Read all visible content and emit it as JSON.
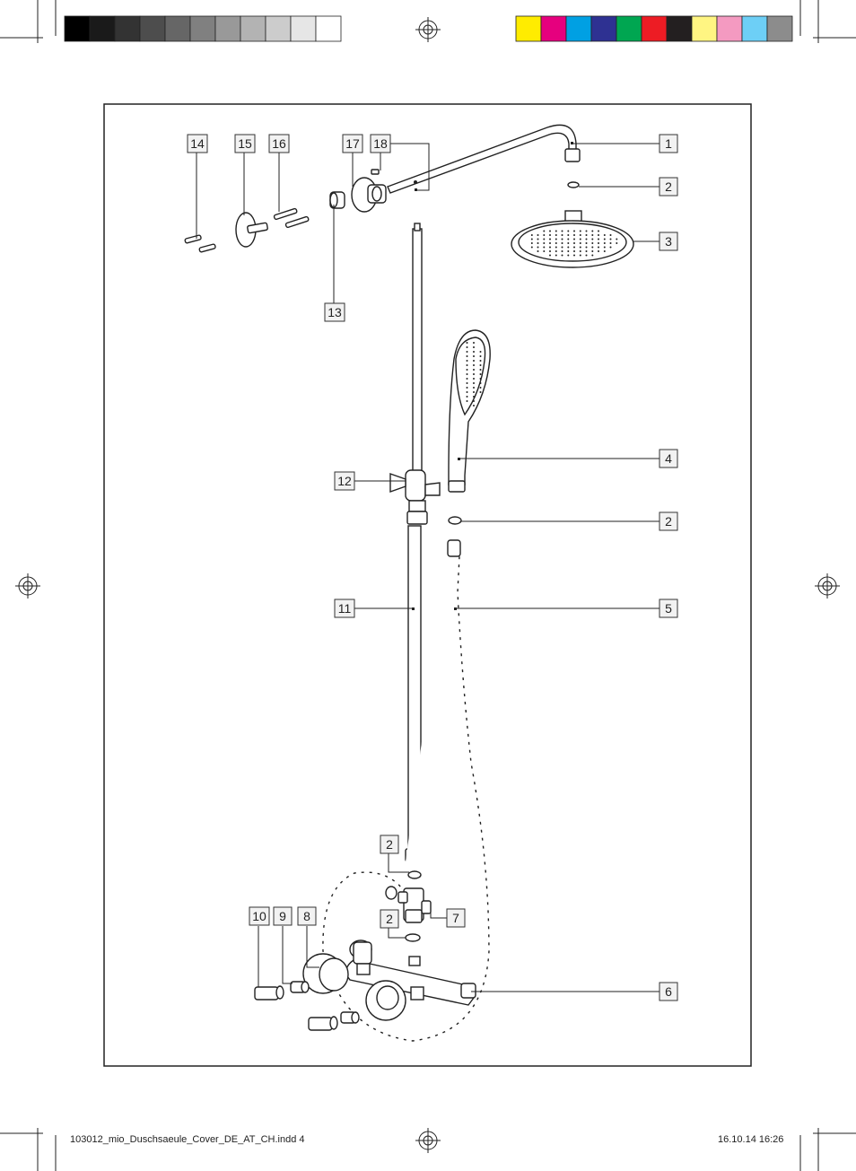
{
  "gray_bar": [
    "#000000",
    "#1a1a1a",
    "#333333",
    "#4d4d4d",
    "#666666",
    "#808080",
    "#999999",
    "#b3b3b3",
    "#cccccc",
    "#e6e6e6",
    "#ffffff"
  ],
  "color_bar": [
    "#ffec00",
    "#e6007e",
    "#00a0e3",
    "#2e3192",
    "#00a651",
    "#ed1c24",
    "#231f20",
    "#fff582",
    "#f49ac1",
    "#6dcff6",
    "#8c8c8c"
  ],
  "labels": {
    "l1": "1",
    "l2a": "2",
    "l3": "3",
    "l4": "4",
    "l2b": "2",
    "l5": "5",
    "l6": "6",
    "l7": "7",
    "l2c": "2",
    "l2d": "2",
    "l8": "8",
    "l9": "9",
    "l10": "10",
    "l11": "11",
    "l12": "12",
    "l13": "13",
    "l14": "14",
    "l15": "15",
    "l16": "16",
    "l17": "17",
    "l18": "18"
  },
  "footer": {
    "file": "103012_mio_Duschsaeule_Cover_DE_AT_CH.indd   4",
    "date": "16.10.14   16:26"
  }
}
